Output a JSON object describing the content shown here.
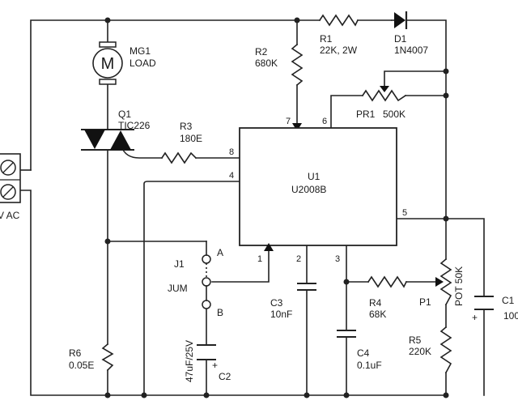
{
  "components": {
    "mg1": {
      "ref": "MG1",
      "value": "LOAD",
      "symbol": "M"
    },
    "q1": {
      "ref": "Q1",
      "value": "TIC226"
    },
    "r1": {
      "ref": "R1",
      "value": "22K, 2W"
    },
    "r2": {
      "ref": "R2",
      "value": "680K"
    },
    "r3": {
      "ref": "R3",
      "value": "180E"
    },
    "r4": {
      "ref": "R4",
      "value": "68K"
    },
    "r5": {
      "ref": "R5",
      "value": "220K"
    },
    "r6": {
      "ref": "R6",
      "value": "0.05E"
    },
    "d1": {
      "ref": "D1",
      "value": "1N4007"
    },
    "pr1": {
      "ref": "PR1",
      "value": "500K"
    },
    "p1": {
      "ref": "P1",
      "value": "POT 50K"
    },
    "u1": {
      "ref": "U1",
      "value": "U2008B"
    },
    "c1": {
      "ref": "C1",
      "value": "100"
    },
    "c2": {
      "ref": "C2",
      "value": "47uF/25V"
    },
    "c3": {
      "ref": "C3",
      "value": "10nF"
    },
    "c4": {
      "ref": "C4",
      "value": "0.1uF"
    },
    "j1": {
      "ref": "J1",
      "value": "JUM",
      "pin_a": "A",
      "pin_b": "B"
    },
    "ac": {
      "label": "V AC"
    }
  },
  "pins": {
    "p1": "1",
    "p2": "2",
    "p3": "3",
    "p4": "4",
    "p5": "5",
    "p6": "6",
    "p7": "7",
    "p8": "8"
  },
  "polarity": {
    "plus": "+"
  }
}
